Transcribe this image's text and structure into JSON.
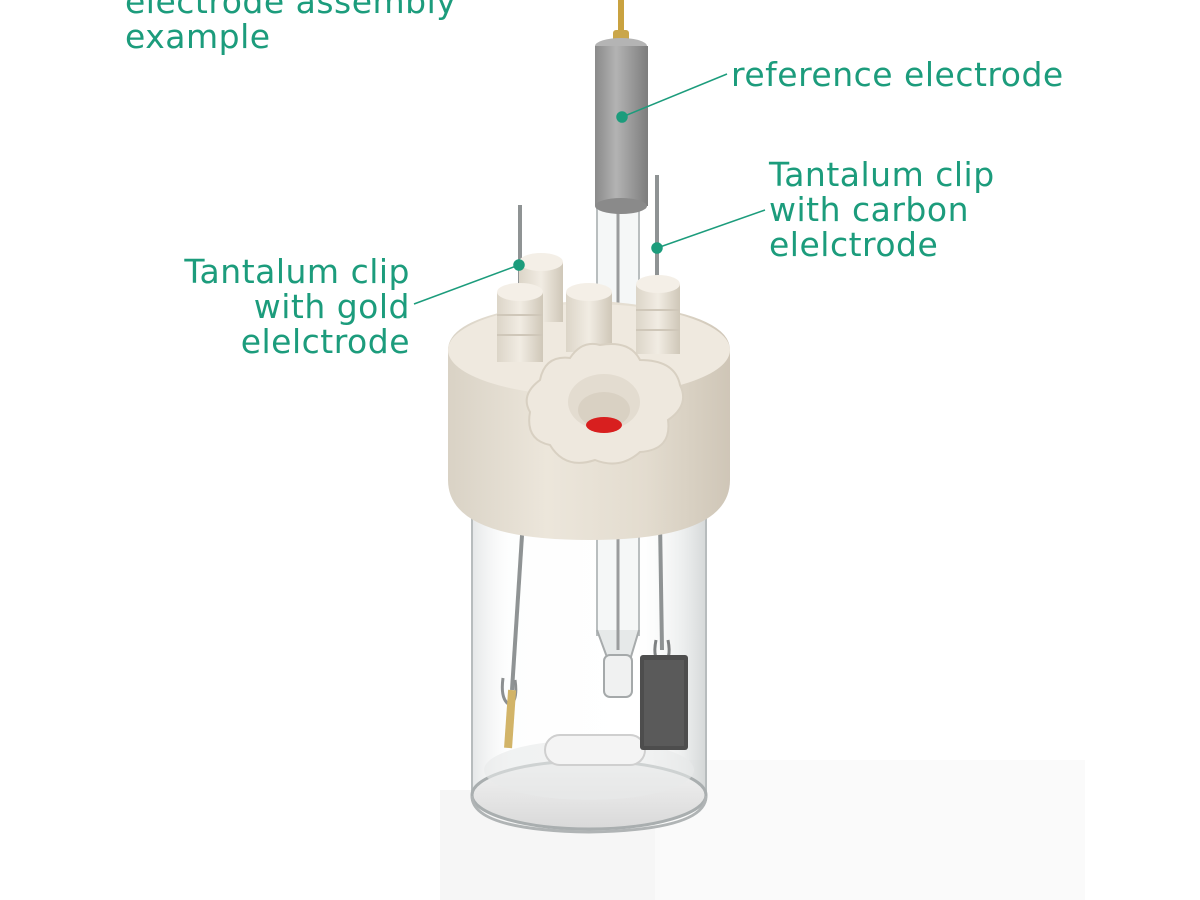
{
  "labels": {
    "top_caption": [
      "electrode assembly",
      "example"
    ],
    "reference": "reference electrode",
    "carbon": [
      "Tantalum clip",
      "with carbon",
      "elelctrode"
    ],
    "gold": [
      "Tantalum clip",
      "with gold",
      "elelctrode"
    ]
  },
  "colors": {
    "label": "#1c9c7c",
    "lid": "#e9e3d8",
    "reference_body": "#9c9c9c",
    "red_port": "#d81f1f"
  }
}
